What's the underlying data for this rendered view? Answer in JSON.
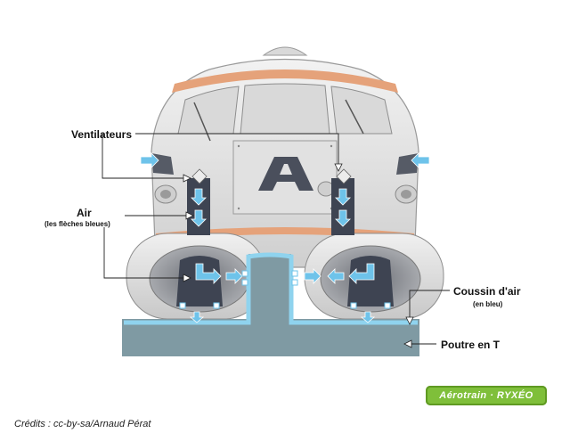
{
  "labels": {
    "ventilateurs": "Ventilateurs",
    "air": "Air",
    "air_sub": "(les flèches bleues)",
    "coussin": "Coussin d'air",
    "coussin_sub": "(en bleu)",
    "poutre": "Poutre en T"
  },
  "emblem_letter": "A",
  "credits": "Crédits : cc-by-sa/Arnaud Pérat",
  "logo_text": "Aérotrain · RYXÉO",
  "colors": {
    "body": "#e6e6e6",
    "stripe": "#e5a27a",
    "window": "#dcdcdc",
    "beam": "#7f9aa3",
    "air_cushion": "#8fd3ee",
    "arrow": "#6ec3ea",
    "duct": "#3e4452",
    "logo": "#7fbf3a"
  }
}
